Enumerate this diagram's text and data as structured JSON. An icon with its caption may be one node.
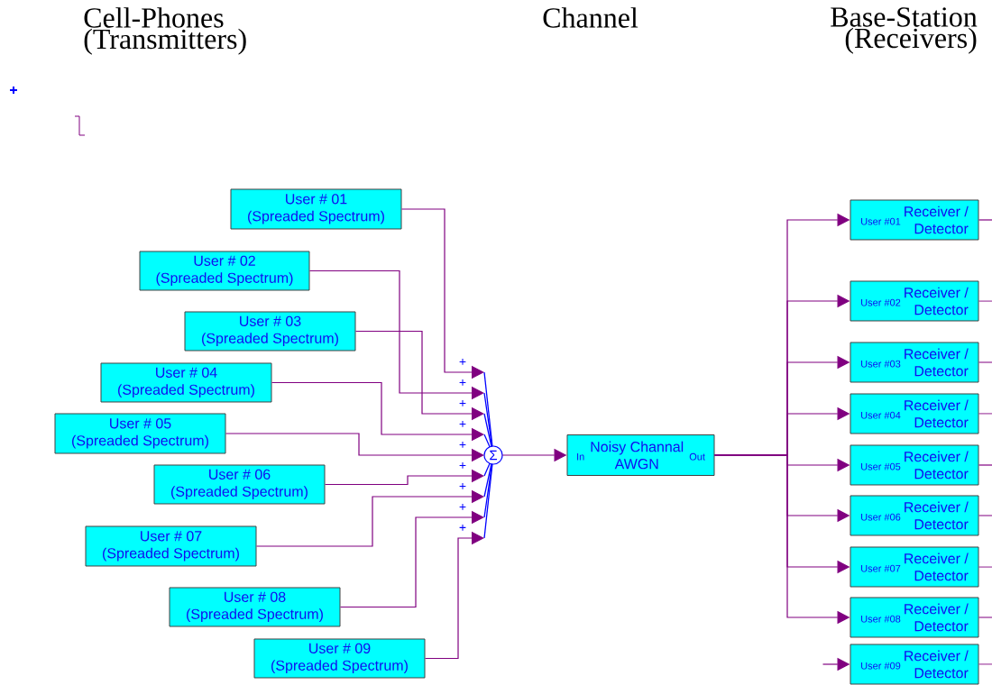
{
  "diagram": {
    "nodes": [
      {
        "text": [
          "User # 01",
          "(Spreaded Spectrum)"
        ]
      },
      {
        "text": [
          "User # 02",
          "(Spreaded Spectrum)"
        ]
      },
      {
        "text": [
          "User # 03",
          "(Spreaded Spectrum)"
        ]
      },
      {
        "text": [
          "User # 04",
          "(Spreaded Spectrum)"
        ]
      },
      {
        "text": [
          "User # 05",
          "(Spreaded Spectrum)"
        ]
      },
      {
        "text": [
          "User # 06",
          "(Spreaded Spectrum)"
        ]
      },
      {
        "text": [
          "User # 07",
          "(Spreaded Spectrum)"
        ]
      },
      {
        "text": [
          "User # 08",
          "(Spreaded Spectrum)"
        ]
      },
      {
        "text": [
          "User # 09",
          "(Spreaded Spectrum)"
        ]
      },
      {
        "text": [
          "Σ"
        ]
      },
      {
        "text": [
          "In",
          "Noisy Channal AWGN",
          "Out"
        ]
      },
      {
        "text": [
          "User #01",
          "Receiver / Detector"
        ]
      },
      {
        "text": [
          "User #02",
          "Receiver / Detector"
        ]
      },
      {
        "text": [
          "User #03",
          "Receiver / Detector"
        ]
      },
      {
        "text": [
          "User #04",
          "Receiver / Detector"
        ]
      },
      {
        "text": [
          "User #05",
          "Receiver / Detector"
        ]
      },
      {
        "text": [
          "User #06",
          "Receiver / Detector"
        ]
      },
      {
        "text": [
          "User #07",
          "Receiver / Detector"
        ]
      },
      {
        "text": [
          "User #08",
          "Receiver / Detector"
        ]
      },
      {
        "text": [
          "User #09",
          "Receiver / Detector"
        ]
      }
    ],
    "edges": [
      {
        "from": 0,
        "to": 9,
        "arrow": "to"
      },
      {
        "from": 1,
        "to": 9,
        "arrow": "to"
      },
      {
        "from": 2,
        "to": 9,
        "arrow": "to"
      },
      {
        "from": 3,
        "to": 9,
        "arrow": "to"
      },
      {
        "from": 4,
        "to": 9,
        "arrow": "to"
      },
      {
        "from": 5,
        "to": 9,
        "arrow": "to"
      },
      {
        "from": 6,
        "to": 9,
        "arrow": "to"
      },
      {
        "from": 7,
        "to": 9,
        "arrow": "to"
      },
      {
        "from": 8,
        "to": 9,
        "arrow": "to"
      },
      {
        "from": 9,
        "to": 10,
        "arrow": "to"
      },
      {
        "from": 10,
        "to": 11,
        "arrow": "to"
      },
      {
        "from": 10,
        "to": 12,
        "arrow": "to"
      },
      {
        "from": 10,
        "to": 13,
        "arrow": "to"
      },
      {
        "from": 10,
        "to": 14,
        "arrow": "to"
      },
      {
        "from": 10,
        "to": 15,
        "arrow": "to"
      },
      {
        "from": 10,
        "to": 16,
        "arrow": "to"
      },
      {
        "from": 10,
        "to": 17,
        "arrow": "to"
      },
      {
        "from": 10,
        "to": 18,
        "arrow": "to"
      },
      {
        "from": null,
        "to": 19,
        "arrow": "to"
      },
      {
        "from": 11,
        "to": null,
        "arrow": "none"
      },
      {
        "from": 12,
        "to": null,
        "arrow": "none"
      },
      {
        "from": 13,
        "to": null,
        "arrow": "none"
      },
      {
        "from": 14,
        "to": null,
        "arrow": "none"
      },
      {
        "from": 15,
        "to": null,
        "arrow": "none"
      },
      {
        "from": 16,
        "to": null,
        "arrow": "none"
      },
      {
        "from": 17,
        "to": null,
        "arrow": "none"
      },
      {
        "from": 18,
        "to": null,
        "arrow": "none"
      },
      {
        "from": 19,
        "to": null,
        "arrow": "none"
      }
    ],
    "labels": [
      "Cell-Phones (Transmitters)",
      "Channel",
      "Base-Station (Receivers)",
      "+",
      "+",
      "+",
      "+",
      "+",
      "+",
      "+",
      "+",
      "+"
    ]
  }
}
